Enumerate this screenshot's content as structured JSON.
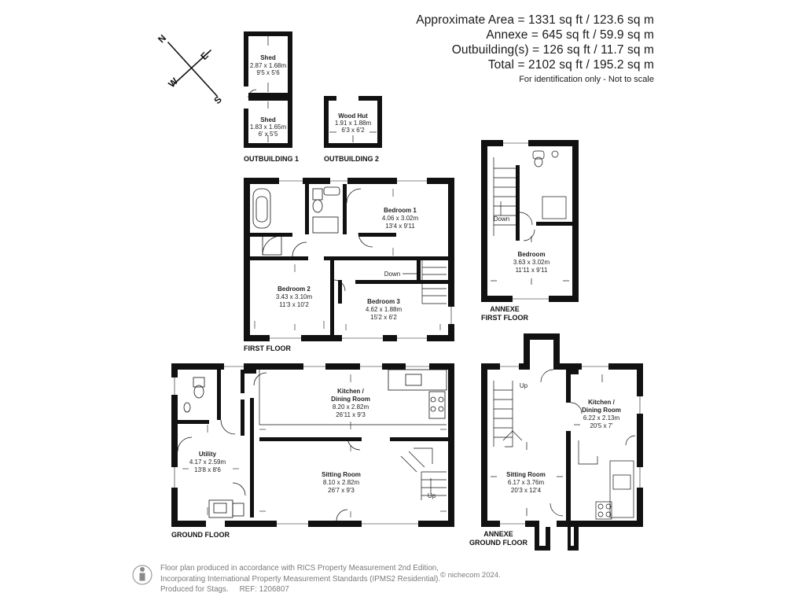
{
  "areas": {
    "approximate": "Approximate Area = 1331 sq ft / 123.6 sq m",
    "annexe": "Annexe = 645 sq ft / 59.9 sq m",
    "outbuildings": "Outbuilding(s) = 126 sq ft / 11.7 sq m",
    "total": "Total = 2102 sq ft / 195.2 sq m",
    "note": "For identification only - Not to scale"
  },
  "compass": {
    "n": "N",
    "e": "E",
    "s": "S",
    "w": "W"
  },
  "floors": {
    "outbuilding1": {
      "label": "OUTBUILDING 1",
      "rooms": [
        {
          "name": "Shed",
          "metric": "2.87 x 1.68m",
          "imperial": "9'5 x 5'6"
        },
        {
          "name": "Shed",
          "metric": "1.83 x 1.65m",
          "imperial": "6' x 5'5"
        }
      ]
    },
    "outbuilding2": {
      "label": "OUTBUILDING 2",
      "rooms": [
        {
          "name": "Wood Hut",
          "metric": "1.91 x 1.88m",
          "imperial": "6'3 x 6'2"
        }
      ]
    },
    "first": {
      "label": "FIRST FLOOR",
      "rooms": [
        {
          "name": "Bedroom 1",
          "metric": "4.06 x 3.02m",
          "imperial": "13'4 x 9'11"
        },
        {
          "name": "Bedroom 2",
          "metric": "3.43 x 3.10m",
          "imperial": "11'3 x 10'2"
        },
        {
          "name": "Bedroom 3",
          "metric": "4.62 x 1.88m",
          "imperial": "15'2 x 6'2"
        }
      ],
      "stair": "Down"
    },
    "annexe_first": {
      "label_line1": "ANNEXE",
      "label_line2": "FIRST FLOOR",
      "rooms": [
        {
          "name": "Bedroom",
          "metric": "3.63 x 3.02m",
          "imperial": "11'11 x 9'11"
        }
      ],
      "stair": "Down"
    },
    "ground": {
      "label": "GROUND FLOOR",
      "rooms": [
        {
          "name_line1": "Kitchen /",
          "name_line2": "Dining Room",
          "metric": "8.20 x 2.82m",
          "imperial": "26'11 x 9'3"
        },
        {
          "name": "Utility",
          "metric": "4.17 x 2.59m",
          "imperial": "13'8 x 8'6"
        },
        {
          "name": "Sitting Room",
          "metric": "8.10 x 2.82m",
          "imperial": "26'7 x 9'3"
        }
      ],
      "stair": "Up"
    },
    "annexe_ground": {
      "label_line1": "ANNEXE",
      "label_line2": "GROUND FLOOR",
      "rooms": [
        {
          "name_line1": "Kitchen /",
          "name_line2": "Dining Room",
          "metric": "6.22 x 2.13m",
          "imperial": "20'5 x 7'"
        },
        {
          "name": "Sitting Room",
          "metric": "6.17 x 3.76m",
          "imperial": "20'3 x 12'4"
        }
      ],
      "stair": "Up"
    }
  },
  "footer": {
    "line1": "Floor plan produced in accordance with RICS Property Measurement 2nd Edition,",
    "line2": "Incorporating International Property Measurement Standards (IPMS2 Residential).",
    "produced_for": "Produced for Stags.",
    "ref": "REF: 1206807",
    "copyright": "© nichecom 2024."
  }
}
